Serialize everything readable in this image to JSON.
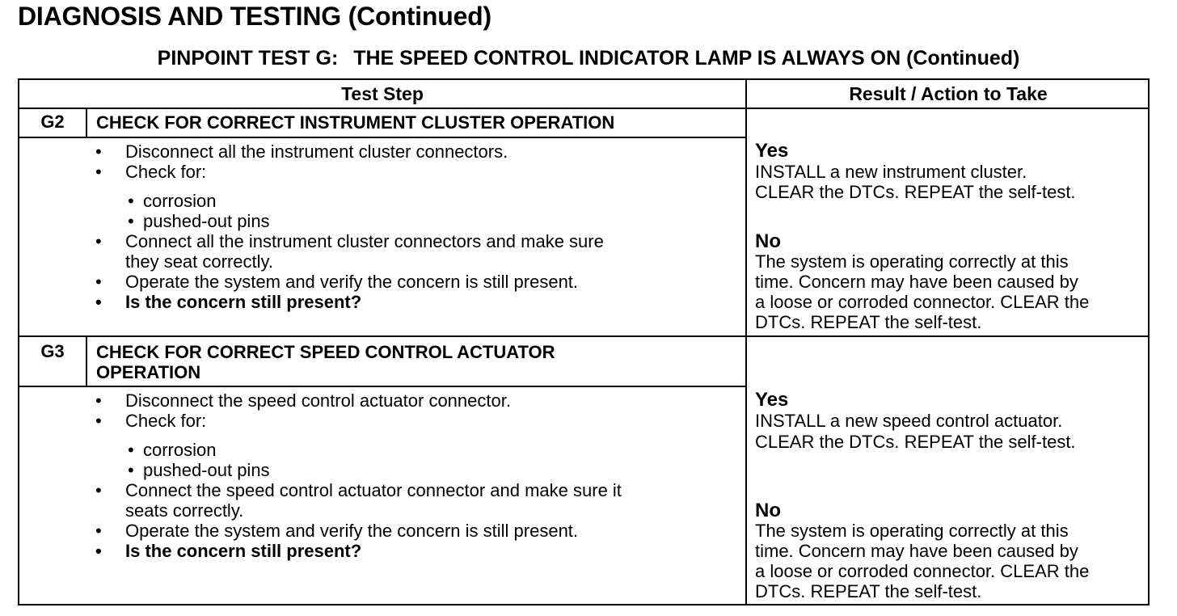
{
  "header": {
    "title": "DIAGNOSIS AND TESTING (Continued)",
    "subtitle_prefix": "PINPOINT TEST G:",
    "subtitle_rest": "THE SPEED CONTROL INDICATOR LAMP IS ALWAYS ON (Continued)"
  },
  "table": {
    "col_test_step": "Test Step",
    "col_result": "Result / Action to Take"
  },
  "g2": {
    "id": "G2",
    "title": "CHECK FOR CORRECT INSTRUMENT CLUSTER OPERATION",
    "bullet": "•",
    "sub_bullet": "•",
    "step1": "Disconnect all the instrument cluster connectors.",
    "step2": "Check for:",
    "sub1": "corrosion",
    "sub2": "pushed-out pins",
    "step3a": "Connect all the instrument cluster connectors and make sure",
    "step3b": "they seat correctly.",
    "step4": "Operate the system and verify the concern is still present.",
    "step5": "Is the concern still present?",
    "yes_label": "Yes",
    "yes1": "INSTALL a new instrument cluster.",
    "yes2": "CLEAR the DTCs. REPEAT the self-test.",
    "no_label": "No",
    "no1": "The system is operating correctly at this",
    "no2": "time. Concern may have been caused by",
    "no3": "a loose or corroded connector. CLEAR the",
    "no4": "DTCs. REPEAT the self-test."
  },
  "g3": {
    "id": "G3",
    "title1": "CHECK FOR CORRECT SPEED CONTROL ACTUATOR",
    "title2": "OPERATION",
    "bullet": "•",
    "sub_bullet": "•",
    "step1": "Disconnect the speed control actuator connector.",
    "step2": "Check for:",
    "sub1": "corrosion",
    "sub2": "pushed-out pins",
    "step3a": "Connect the speed control actuator connector and make sure it",
    "step3b": "seats correctly.",
    "step4": "Operate the system and verify the concern is still present.",
    "step5": "Is the concern still present?",
    "yes_label": "Yes",
    "yes1": "INSTALL a new speed control actuator.",
    "yes2": "CLEAR the DTCs. REPEAT the self-test.",
    "no_label": "No",
    "no1": "The system is operating correctly at this",
    "no2": "time. Concern may have been caused by",
    "no3": "a loose or corroded connector. CLEAR the",
    "no4": "DTCs. REPEAT the self-test."
  }
}
